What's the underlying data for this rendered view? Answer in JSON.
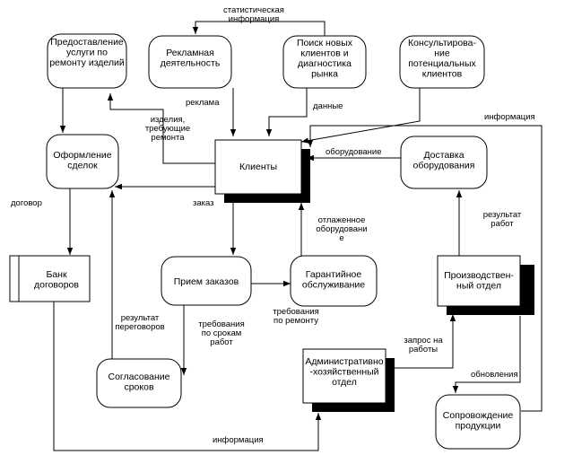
{
  "nodes": {
    "provision": "Предоставление\nуслуги по\nремонту изделий",
    "advertising": "Рекламная\nдеятельность",
    "search": "Поиск новых\nклиентов и\nдиагностика\nрынка",
    "consulting": "Консультирова-\nние\nпотенциальных\nклиентов",
    "deals": "Оформление\nсделок",
    "clients": "Клиенты",
    "delivery": "Доставка\nоборудования",
    "bank": "Банк\nдоговоров",
    "orders": "Прием заказов",
    "warranty": "Гарантийное\nобслуживание",
    "production": "Производствен-\nный отдел",
    "approval": "Согласование\nсроков",
    "admin": "Административно\n-хозяйственный\nотдел",
    "support": "Сопровождение\nпродукции"
  },
  "labels": {
    "stat_info": "статистическая\nинформация",
    "reklama": "реклама",
    "dannye": "данные",
    "izdeliya": "изделия,\nтребующие\nремонта",
    "informaciya_top": "информация",
    "oborudovanie": "оборудование",
    "dogovor": "договор",
    "zakaz": "заказ",
    "otlazhennoe": "отлаженное\nоборудовани\nе",
    "rezultat_rabot": "результат\nработ",
    "rezultat_peregovorov": "результат\nпереговоров",
    "treb_sroki": "требования\nпо срокам\nработ",
    "treb_remont": "требования\nпо ремонту",
    "zapros": "запрос на\nработы",
    "obnovleniya": "обновления",
    "informaciya_bottom": "информация"
  }
}
